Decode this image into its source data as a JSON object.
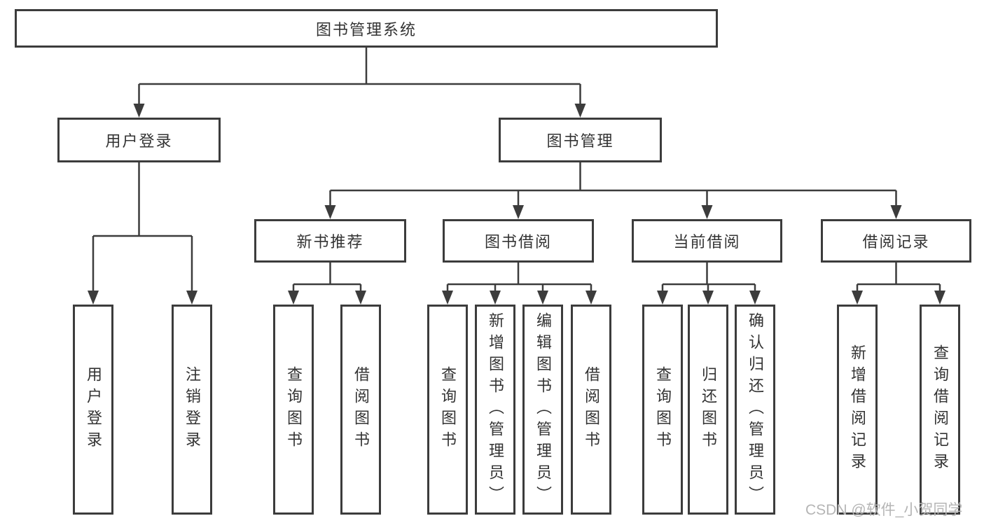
{
  "tree": {
    "root": {
      "label": "图书管理系统"
    },
    "branches": [
      {
        "label": "用户登录",
        "leaves": [
          "用户登录",
          "注销登录"
        ]
      },
      {
        "label": "图书管理",
        "groups": [
          {
            "label": "新书推荐",
            "leaves": [
              "查询图书",
              "借阅图书"
            ]
          },
          {
            "label": "图书借阅",
            "leaves": [
              "查询图书",
              "新增图书（管理员）",
              "编辑图书（管理员）",
              "借阅图书"
            ]
          },
          {
            "label": "当前借阅",
            "leaves": [
              "查询图书",
              "归还图书",
              "确认归还（管理员）"
            ]
          },
          {
            "label": "借阅记录",
            "leaves": [
              "新增借阅记录",
              "查询借阅记录"
            ]
          }
        ]
      }
    ]
  },
  "watermark": {
    "text": "CSDN @软件_小贺同学"
  },
  "colors": {
    "line": "#3c3c3c",
    "text": "#333333",
    "box_fill": "#ffffff",
    "watermark": "#b5b5b5",
    "background": "#ffffff"
  }
}
